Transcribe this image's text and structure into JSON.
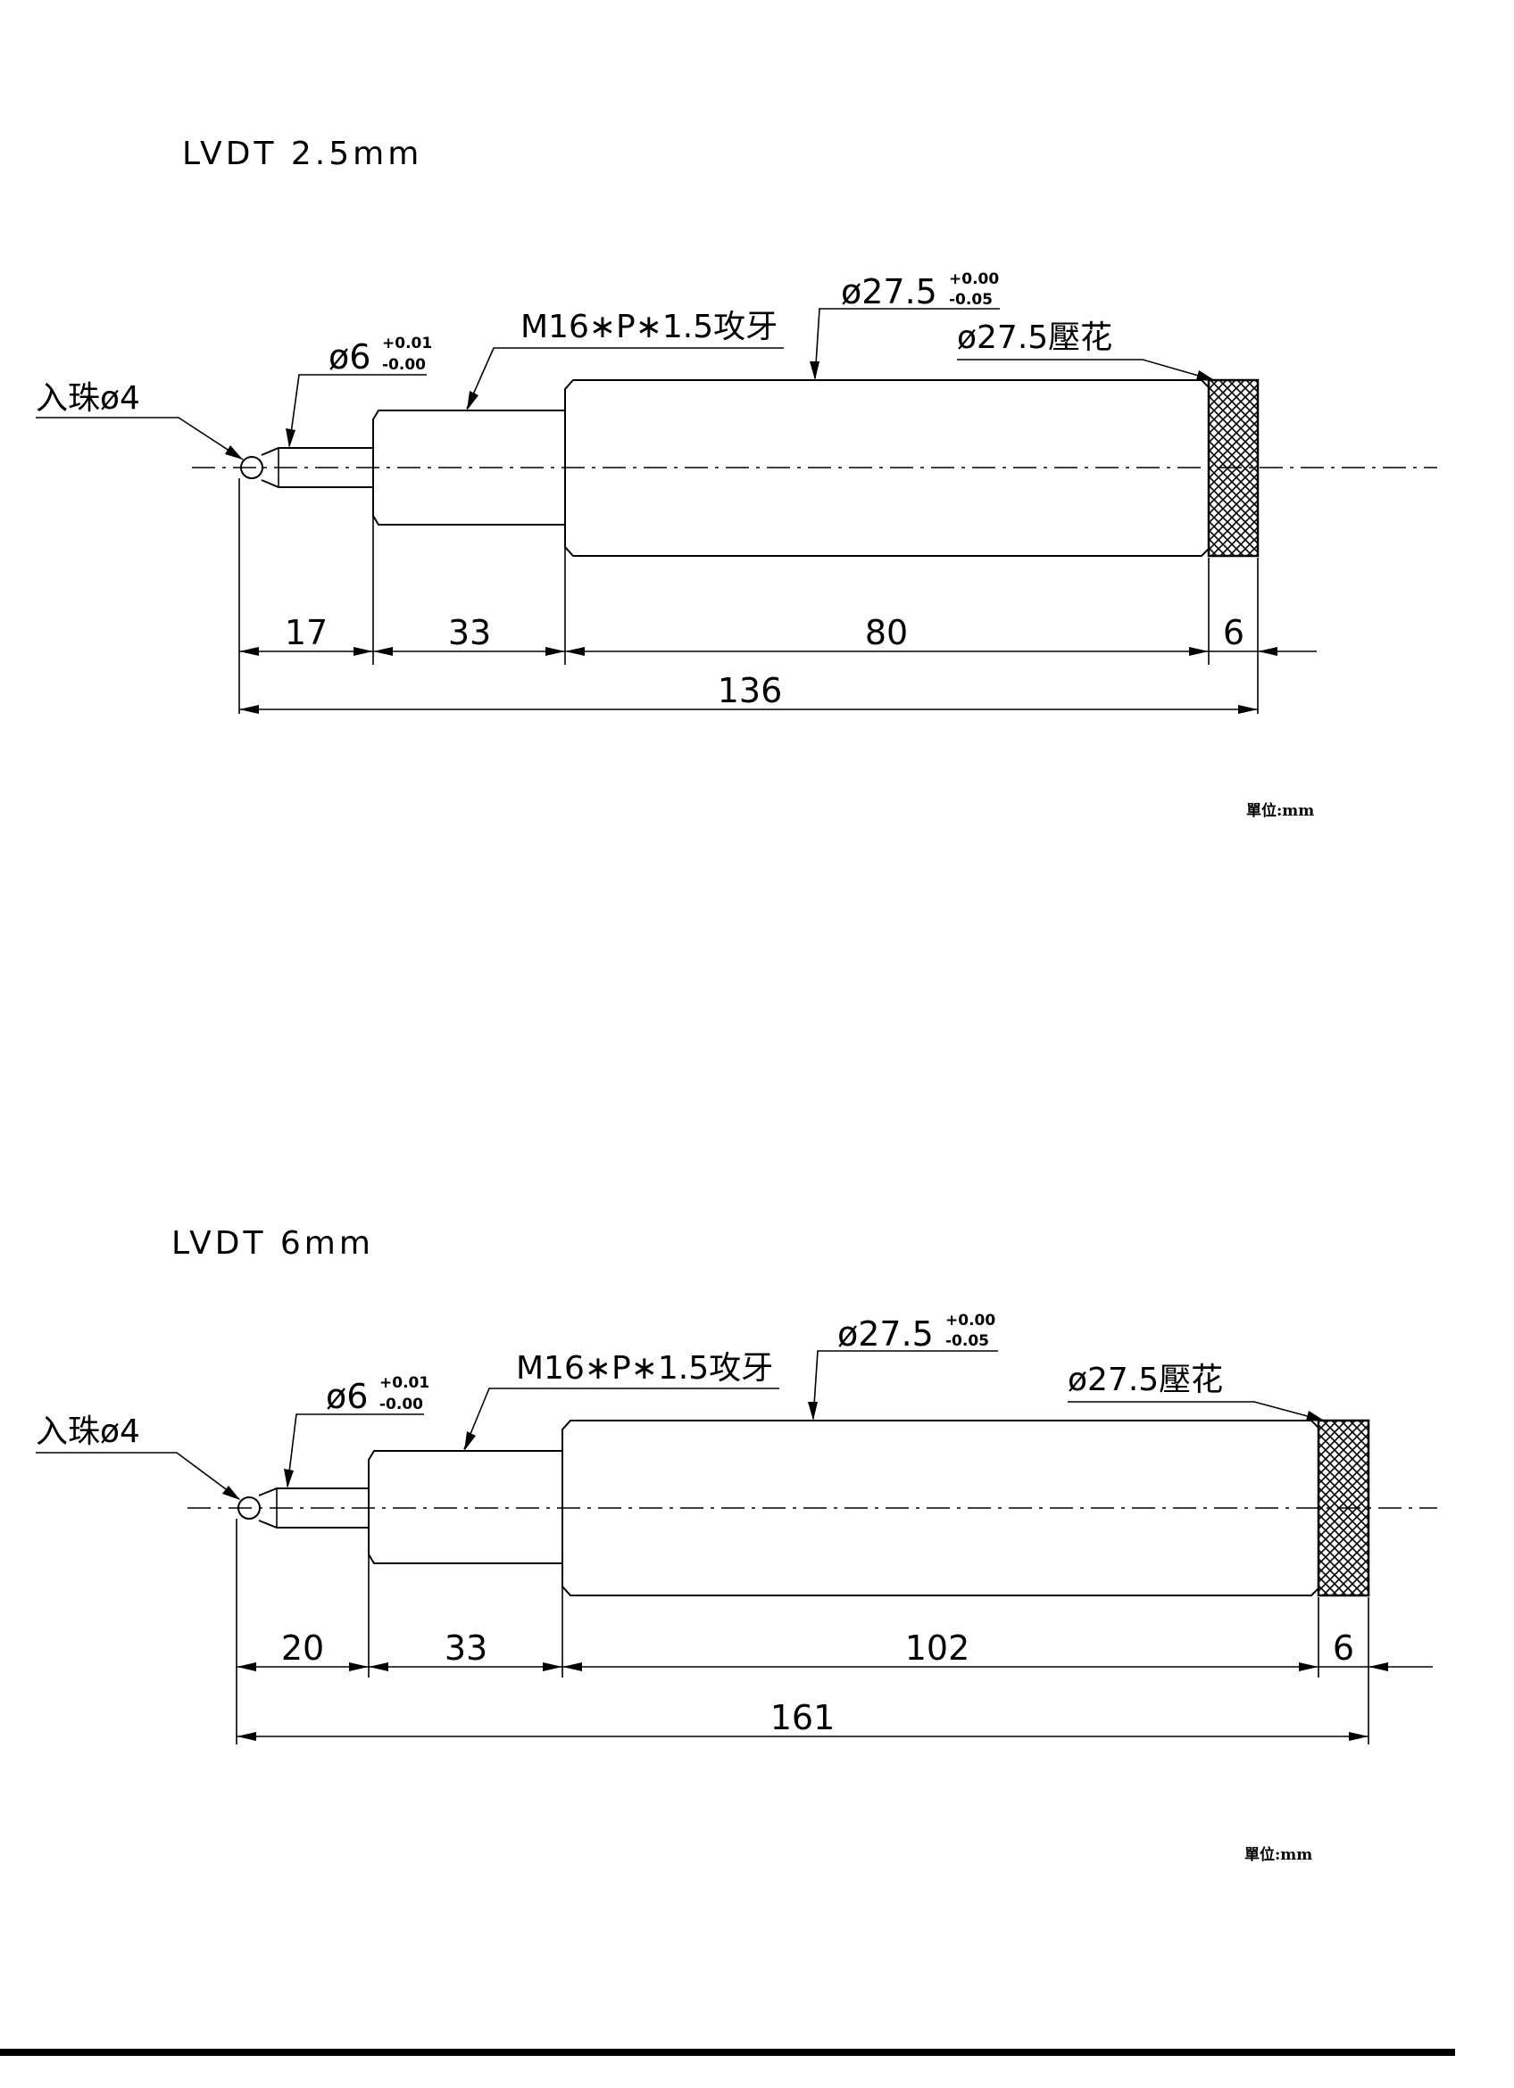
{
  "drawings": [
    {
      "title": "LVDT 2.5mm",
      "labels": {
        "ball": "入珠ø4",
        "stem_dia": "ø6",
        "stem_tol_upper": "+0.01",
        "stem_tol_lower": "-0.00",
        "thread": "M16∗P∗1.5攻牙",
        "body_dia": "ø27.5",
        "body_tol_upper": "+0.00",
        "body_tol_lower": "-0.05",
        "knurl": "ø27.5壓花"
      },
      "dims": {
        "d1": "17",
        "d2": "33",
        "d3": "80",
        "d4": "6",
        "total": "136"
      },
      "unit": "單位:mm"
    },
    {
      "title": "LVDT 6mm",
      "labels": {
        "ball": "入珠ø4",
        "stem_dia": "ø6",
        "stem_tol_upper": "+0.01",
        "stem_tol_lower": "-0.00",
        "thread": "M16∗P∗1.5攻牙",
        "body_dia": "ø27.5",
        "body_tol_upper": "+0.00",
        "body_tol_lower": "-0.05",
        "knurl": "ø27.5壓花"
      },
      "dims": {
        "d1": "20",
        "d2": "33",
        "d3": "102",
        "d4": "6",
        "total": "161"
      },
      "unit": "單位:mm"
    }
  ]
}
